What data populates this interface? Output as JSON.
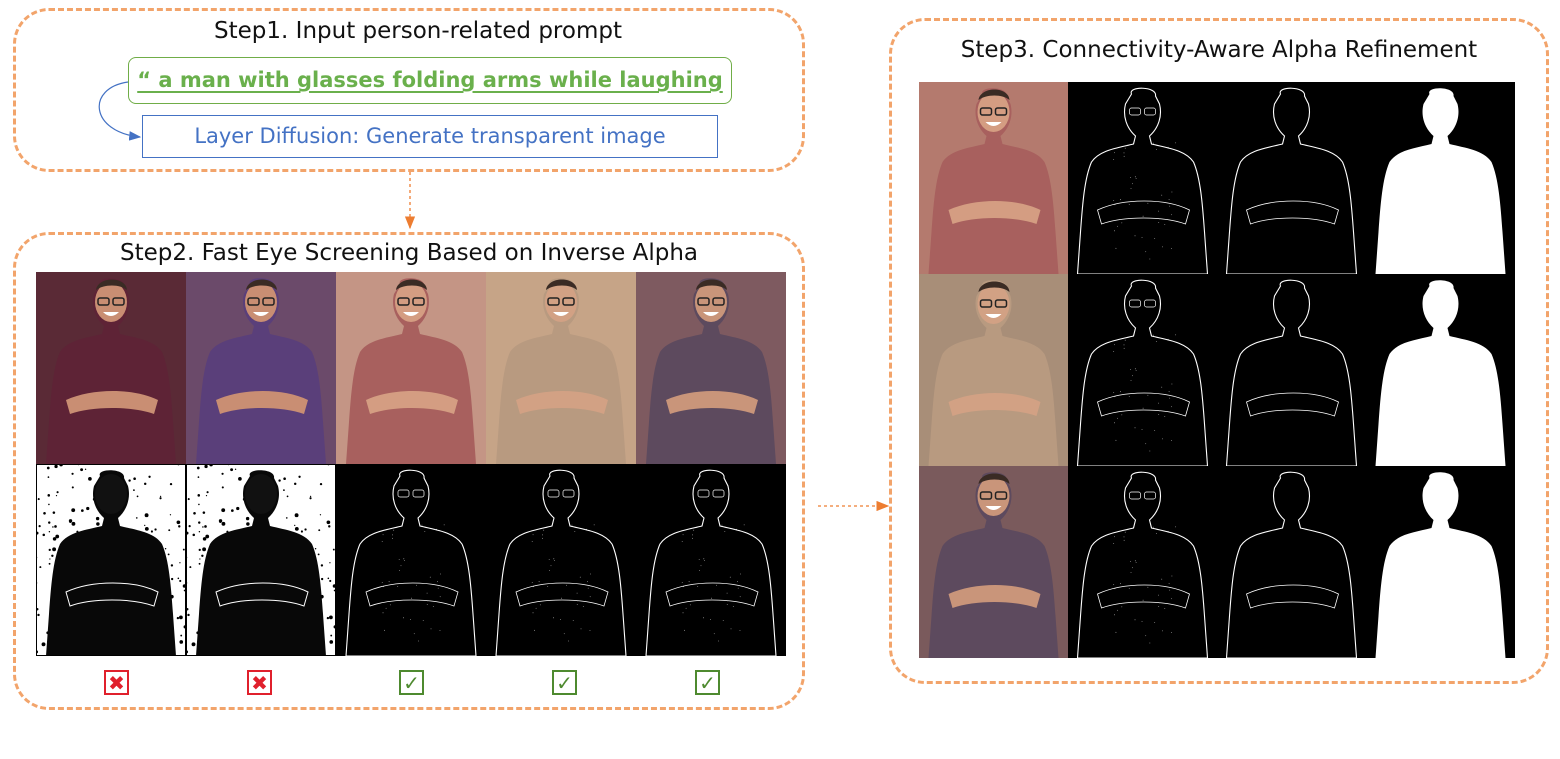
{
  "step1": {
    "title": "Step1. Input person-related prompt",
    "prompt": "“ a man with glasses folding arms while laughing ”",
    "layer_diffusion": "Layer Diffusion: Generate transparent image"
  },
  "step2": {
    "title": "Step2. Fast Eye Screening Based on Inverse Alpha",
    "top_row": [
      {
        "bg": "#5a2a36",
        "shirt": "#5e2336",
        "skin": "#c98e73"
      },
      {
        "bg": "#6b4a6a",
        "shirt": "#5a3f7a",
        "skin": "#c98e73"
      },
      {
        "bg": "#c49585",
        "shirt": "#a8605e",
        "skin": "#d49d82"
      },
      {
        "bg": "#c6a487",
        "shirt": "#b89a80",
        "skin": "#d2a184"
      },
      {
        "bg": "#7e5a60",
        "shirt": "#5d4a5e",
        "skin": "#c9957a"
      }
    ],
    "bottom_row": [
      {
        "style": "noisy-white"
      },
      {
        "style": "noisy-white"
      },
      {
        "style": "outline"
      },
      {
        "style": "outline"
      },
      {
        "style": "outline"
      }
    ],
    "results": [
      "fail",
      "fail",
      "pass",
      "pass",
      "pass"
    ],
    "mark_colors": {
      "fail": "#e0202c",
      "pass": "#4e8a2f"
    }
  },
  "step3": {
    "title": "Step3. Connectivity-Aware Alpha Refinement",
    "rows": [
      {
        "bg": "#b47a6e",
        "shirt": "#a8605e",
        "skin": "#d49d82"
      },
      {
        "bg": "#a88e78",
        "shirt": "#b89a80",
        "skin": "#d2a184"
      },
      {
        "bg": "#7a5a5c",
        "shirt": "#5d4a5e",
        "skin": "#c9957a"
      }
    ],
    "columns": [
      "photo",
      "edges-noisy",
      "edges-clean",
      "alpha-solid"
    ]
  },
  "colors": {
    "dash": "#f2a46b",
    "prompt_green": "#70ad47",
    "layer_blue": "#4472c4"
  }
}
